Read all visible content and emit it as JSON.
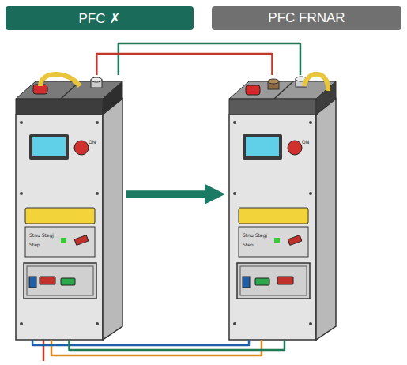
{
  "diagram": {
    "nodes": [
      {
        "text": [
          "PFC ✗"
        ]
      },
      {
        "text": [
          "PFC FRNAR"
        ]
      },
      {
        "text": [
          "ON",
          "Stnu Stegj",
          "Step"
        ]
      },
      {
        "text": [
          "ON",
          "Stnu Stegj",
          "Step"
        ]
      }
    ],
    "edges": [
      {
        "from": 2,
        "to": 3,
        "arrow": "to"
      },
      {
        "from": 2,
        "to": 3,
        "arrow": "none"
      },
      {
        "from": 2,
        "to": 3,
        "arrow": "none"
      },
      {
        "from": 2,
        "to": 3,
        "arrow": "none"
      },
      {
        "from": 2,
        "to": 3,
        "arrow": "none"
      },
      {
        "from": 2,
        "to": 3,
        "arrow": "none"
      }
    ]
  }
}
